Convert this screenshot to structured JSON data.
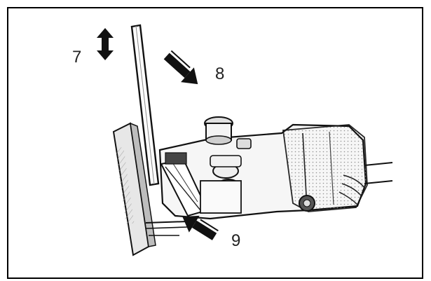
{
  "labels": {
    "seven": "7",
    "eight": "8",
    "nine": "9"
  },
  "colors": {
    "ink": "#111111",
    "line": "#222222",
    "gray": "#9a9a9a",
    "light": "#d6d6d6",
    "bg": "#ffffff"
  },
  "icons": {
    "seven": "double-headed-arrow-vertical",
    "eight": "arrow-pointing-down-right",
    "nine": "arrow-pointing-up-left"
  }
}
